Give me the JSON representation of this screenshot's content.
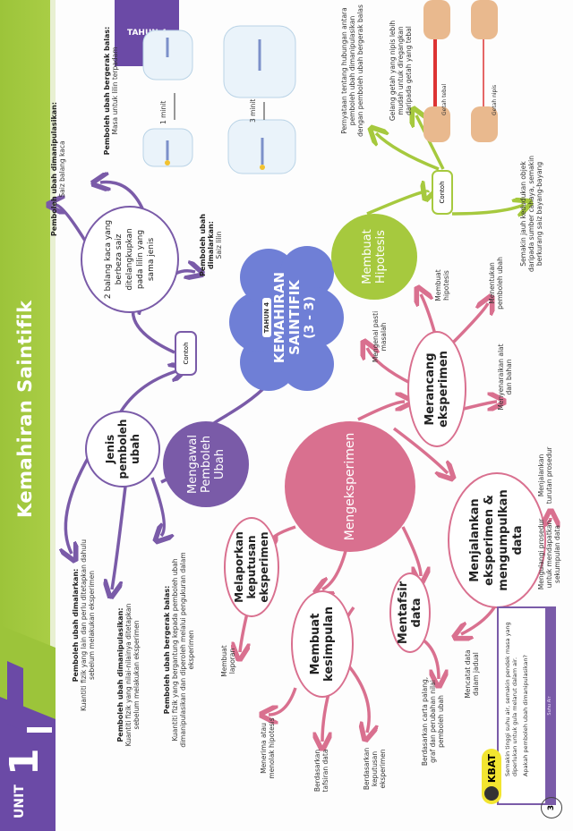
{
  "header": {
    "unit_label": "UNIT",
    "unit_number": "1",
    "title": "Kemahiran Saintifik",
    "year_tab": "TAHUN 4"
  },
  "center": {
    "year": "TAHUN 4",
    "title": "KEMAHIRAN SAINTIFIK",
    "subtitle": "(3 - 3)"
  },
  "mengawal": {
    "label": "Mengawal Pemboleh Ubah",
    "jenis": "Jenis pemboleh ubah",
    "contoh": "Contoh",
    "example": "2 balang kaca yang berbeza saiz ditelangkupkan pada lilin yang sama jenis",
    "ex_manipulated_title": "Pemboleh ubah dimanipulasikan:",
    "ex_manipulated": "Saiz balang kaca",
    "ex_responding_title": "Pemboleh ubah bergerak balas:",
    "ex_responding": "Masa untuk lilin terpadam",
    "ex_constant_title": "Pemboleh ubah dimalarkan:",
    "ex_constant": "Saiz lilin",
    "time1": "1 minit",
    "time2": "3 minit",
    "def_constant_title": "Pemboleh ubah dimalarkan:",
    "def_constant": "Kuantiti fizik yang lain dan perlu ditetapkan dahulu sebelum melakukan eksperimen",
    "def_manipulated_title": "Pemboleh ubah dimanipulasikan:",
    "def_manipulated": "Kuantiti fizik yang nilai-nilainya ditetapkan sebelum melakukan eksperimen",
    "def_responding_title": "Pemboleh ubah bergerak balas:",
    "def_responding": "Kuantiti fizik yang bergantung kepada pemboleh ubah dimanipulasikan dan diperoleh melalui pengukuran dalam eksperimen"
  },
  "hipotesis": {
    "label": "Membuat Hipotesis",
    "definition": "Pernyataan tentang hubungan antara pemboleh ubah dimanipulasikan dengan pemboleh ubah bergerak balas",
    "contoh": "Contoh",
    "example1": "Gelang getah yang nipis lebih mudah untuk diregangkan daripada getah yang tebal",
    "example2": "Semakin jauh kedudukan objek daripada sumber cahaya, semakin berkurang saiz bayang-bayang",
    "thick": "Getah tebal",
    "thin": "Getah nipis"
  },
  "mengeksperimen": {
    "label": "Mengeksperimen",
    "merancang": "Merancang eksperimen",
    "merancang_steps": [
      "Mengenal pasti masalah",
      "Membuat hipotesis",
      "Menentukan pemboleh ubah",
      "Menyenaraikan alat dan bahan"
    ],
    "menjalankan": "Menjalankan eksperimen & mengumpulkan data",
    "menjalankan_steps": [
      "Menjalankan turutan prosedur",
      "Mengulangi prosedur untuk mendapatkan sekumpulan data",
      "Mencatat data dalam jadual"
    ],
    "mentafsir": "Mentafsir data",
    "mentafsir_step": "Berdasarkan carta palang, graf dan perubahan nilai pemboleh ubah",
    "kesimpulan": "Membuat kesimpulan",
    "kesimpulan_steps": [
      "Menerima atau menolak hipotesis",
      "Berdasarkan tafsiran data",
      "Berdasarkan keputusan eksperimen"
    ],
    "melaporkan": "Melaporkan keputusan eksperimen",
    "melaporkan_step": "Membuat laporan"
  },
  "kbat": {
    "badge": "KBAT",
    "text": "Semakin tinggi suhu air, semakin pendek masa yang diperlukan untuk gula melarut dalam air.",
    "question": "Apakah pemboleh ubah dimanipulasikan?",
    "answer": "Suhu Air"
  },
  "page_number": "3",
  "colors": {
    "green": "#a6c93e",
    "purple": "#7a5ba8",
    "pink": "#d9708f",
    "blue": "#6f7fd6"
  }
}
